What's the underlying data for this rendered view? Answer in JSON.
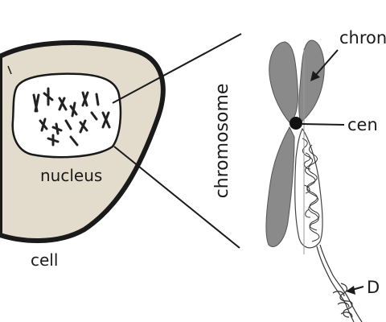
{
  "labels": {
    "cell": "cell",
    "nucleus": "nucleus",
    "chromosome_vertical": "chromosome",
    "chromatid_partial": "chron",
    "centromere_partial": "cen",
    "dna_partial": "D"
  },
  "colors": {
    "cell_fill": "#e3dccc",
    "nucleus_fill": "#ffffff",
    "chromosome_fill": "#8a8a8a",
    "outline": "#1a1a1a"
  },
  "icons": {
    "arrow_head": "filled-triangle-arrow"
  }
}
